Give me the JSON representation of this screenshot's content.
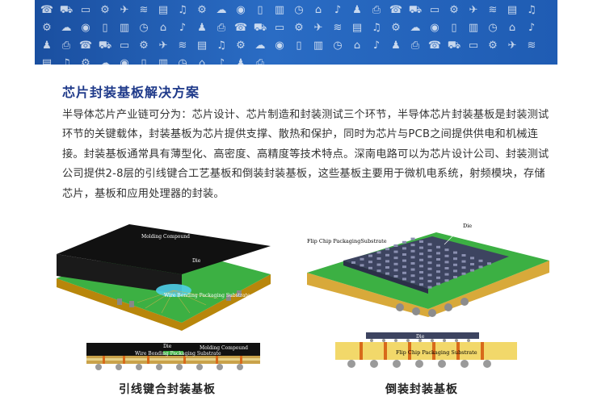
{
  "banner": {
    "icons": [
      "phone-icon",
      "car-icon",
      "tv-icon",
      "robot-icon",
      "plane-icon",
      "wifi-icon",
      "laptop-icon",
      "headphones-icon",
      "gear-icon",
      "cloud-icon",
      "camera-icon",
      "tablet-icon",
      "fridge-icon",
      "watch-icon",
      "router-icon",
      "speaker-icon",
      "game-icon",
      "printer-icon"
    ]
  },
  "section": {
    "title": "芯片封装基板解决方案",
    "paragraph": "半导体芯片产业链可分为：芯片设计、芯片制造和封装测试三个环节，半导体芯片封装基板是封装测试环节的关键载体，封装基板为芯片提供支撑、散热和保护，同时为芯片与PCB之间提供供电和机械连接。封装基板通常具有薄型化、高密度、高精度等技术特点。深南电路可以为芯片设计公司、封装测试公司提供2-8层的引线键合工艺基板和倒装封装基板，这些基板主要用于微机电系统，射频模块，存储芯片，基板和应用处理器的封装。"
  },
  "wire_bond": {
    "label_molding": "Molding Compound",
    "label_die": "Die",
    "label_substrate": "Wire Bonding Packaging Substrate",
    "section_label_die": "Die",
    "section_label_molding": "Molding Compound",
    "section_label_substrate": "Wire Bonding Packaging Substrate",
    "caption": "引线键合封装基板"
  },
  "flip_chip": {
    "label_substrate": "Flip Chip PackagingSubstrate",
    "label_die": "Die",
    "section_label_die": "Die",
    "section_label_substrate": "Flip Chip Packaging Substrate",
    "caption": "倒装封装基板"
  },
  "colors": {
    "banner": "#2a6cc4",
    "title": "#1f3a8a",
    "substrate_green": "#3cb043",
    "molding_black": "#111111"
  }
}
